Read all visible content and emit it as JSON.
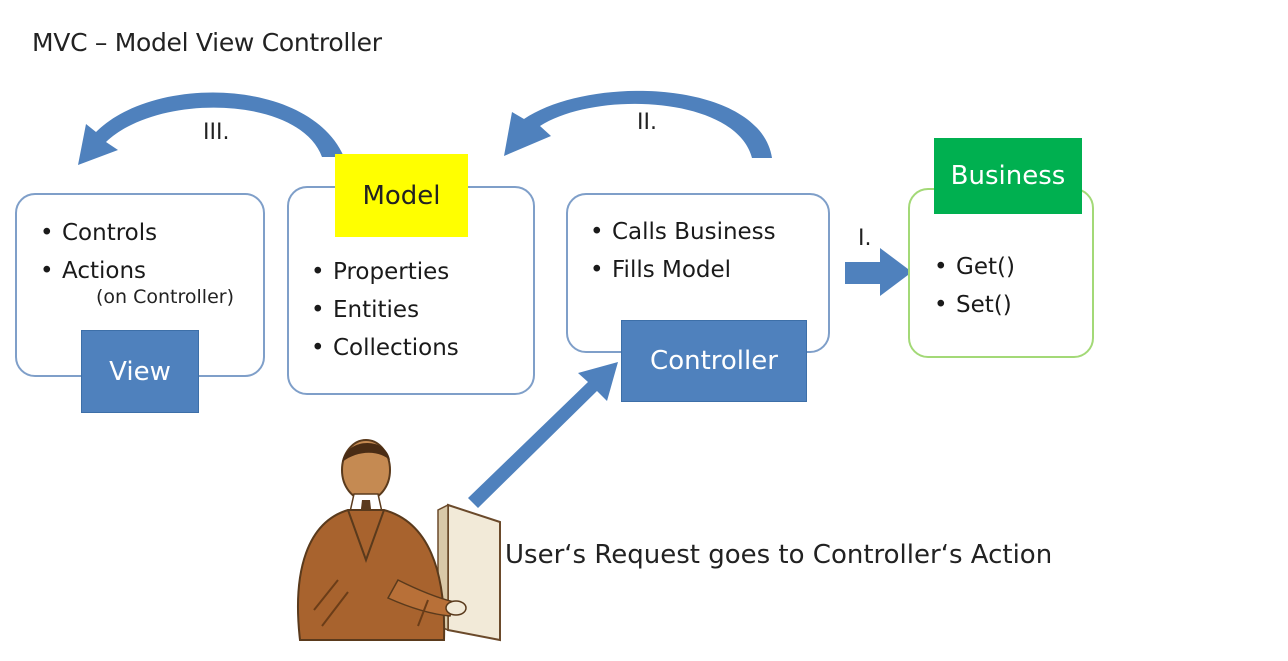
{
  "title": "MVC – Model View Controller",
  "view_box": {
    "bullets": [
      "Controls",
      "Actions"
    ],
    "note": "(on Controller)",
    "label": "View"
  },
  "model_box": {
    "label": "Model",
    "bullets": [
      "Properties",
      "Entities",
      "Collections"
    ]
  },
  "controller_box": {
    "bullets": [
      "Calls Business",
      "Fills Model"
    ],
    "label": "Controller"
  },
  "business_box": {
    "label": "Business",
    "bullets": [
      "Get()",
      "Set()"
    ]
  },
  "steps": {
    "one": "I.",
    "two": "II.",
    "three": "III."
  },
  "caption": "User‘s Request goes to Controller‘s Action",
  "colors": {
    "frame_blue": "#7f9fc9",
    "arrow_blue": "#4f81bd",
    "model_yellow": "#ffff00",
    "business_green": "#00b050",
    "business_frame": "#a3d977"
  }
}
